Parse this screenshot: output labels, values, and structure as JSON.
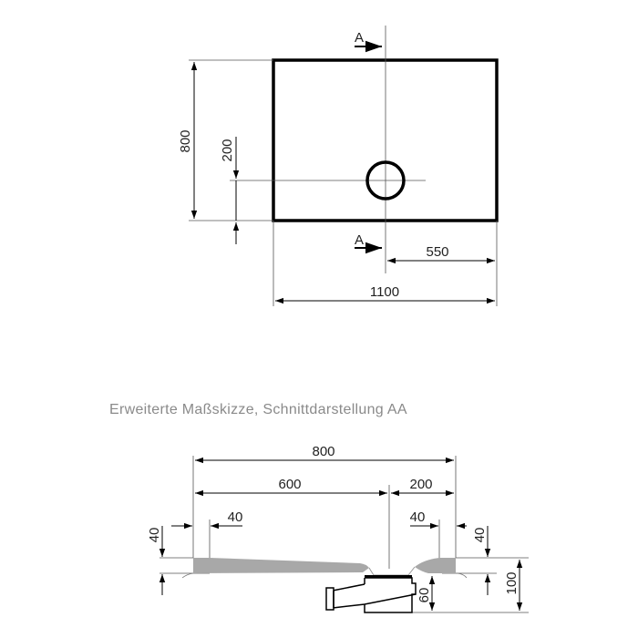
{
  "top_view": {
    "section_marker_top": "A",
    "section_marker_bottom": "A",
    "dim_height": "800",
    "dim_drain_offset_y": "200",
    "dim_drain_offset_x": "550",
    "dim_width": "1100"
  },
  "caption": "Erweiterte Maßskizze, Schnittdarstellung AA",
  "section_view": {
    "dim_total": "800",
    "dim_to_drain": "600",
    "dim_drain_to_edge": "200",
    "dim_left_rim": "40",
    "dim_right_rim": "40",
    "dim_left_height": "40",
    "dim_right_height": "40",
    "dim_drain_height": "60",
    "dim_total_height": "100"
  },
  "colors": {
    "line": "#000000",
    "thin_line": "#555555",
    "fill_gray": "#a8a8a8",
    "caption": "#8a8a8a"
  }
}
